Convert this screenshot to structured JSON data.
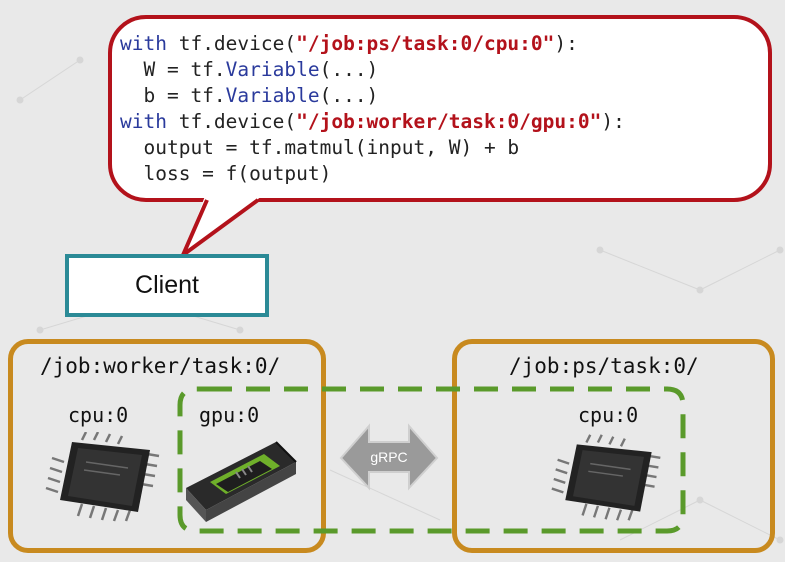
{
  "code": {
    "lines": [
      [
        {
          "t": "with",
          "c": "kw"
        },
        {
          "t": " tf.device(",
          "c": ""
        },
        {
          "t": "\"/job:ps/task:0/cpu:0\"",
          "c": "str"
        },
        {
          "t": "):",
          "c": ""
        }
      ],
      [
        {
          "t": "  W = tf.",
          "c": ""
        },
        {
          "t": "Variable",
          "c": "kw"
        },
        {
          "t": "(...)",
          "c": ""
        }
      ],
      [
        {
          "t": "  b = tf.",
          "c": ""
        },
        {
          "t": "Variable",
          "c": "kw"
        },
        {
          "t": "(...)",
          "c": ""
        }
      ],
      [
        {
          "t": "with",
          "c": "kw"
        },
        {
          "t": " tf.device(",
          "c": ""
        },
        {
          "t": "\"/job:worker/task:0/gpu:0\"",
          "c": "str"
        },
        {
          "t": "):",
          "c": ""
        }
      ],
      [
        {
          "t": "  output = tf.matmul(input, W) + b",
          "c": ""
        }
      ],
      [
        {
          "t": "  loss = f(output)",
          "c": ""
        }
      ]
    ]
  },
  "client": {
    "label": "Client"
  },
  "worker": {
    "job_label": "/job:worker/task:0/",
    "cpu_label": "cpu:0",
    "gpu_label": "gpu:0"
  },
  "ps": {
    "job_label": "/job:ps/task:0/",
    "cpu_label": "cpu:0"
  },
  "link": {
    "label": "gRPC"
  },
  "colors": {
    "bubble_border": "#b3121b",
    "client_border": "#2b8a96",
    "job_border": "#c88a1f",
    "dashed_green": "#5a9a2b",
    "keyword": "#2a3a9c",
    "string": "#b3121b"
  }
}
